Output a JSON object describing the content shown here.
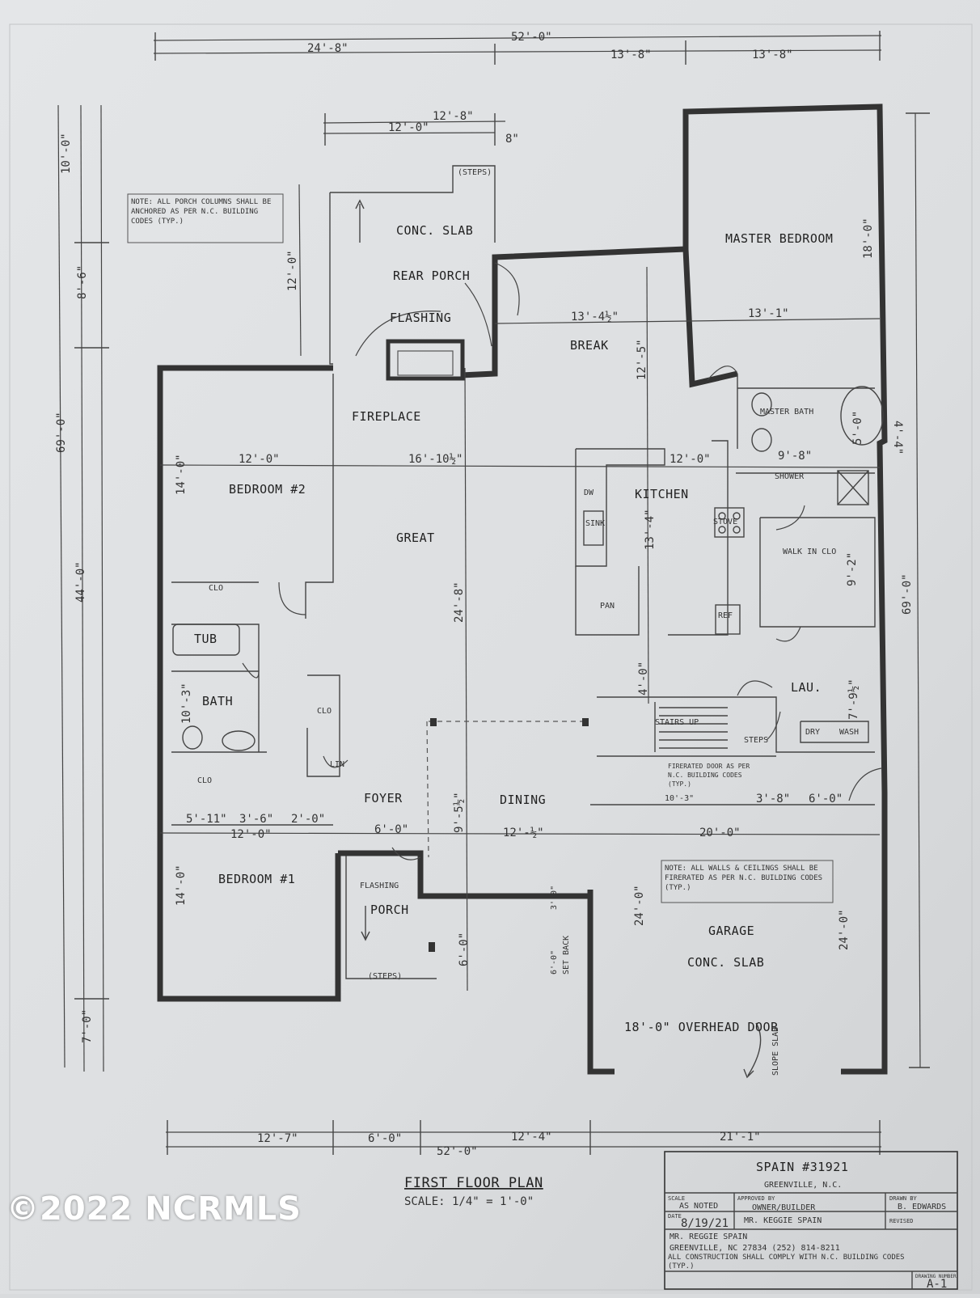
{
  "dimensions": {
    "overall_top": "52'-0\"",
    "top_seg1": "24'-8\"",
    "top_seg2": "13'-8\"",
    "top_seg3": "13'-8\"",
    "porch_w1": "12'-8\"",
    "porch_w2": "12'-0\"",
    "porch_off": "8\"",
    "left_overall": "69'-0\"",
    "left_seg_10": "10'-0\"",
    "left_seg_8": "8'-6\"",
    "left_seg_44": "44'-0\"",
    "left_seg_7": "7'-0\"",
    "porch_depth": "12'-0\"",
    "right_overall": "69'-0\"",
    "right_18": "18'-0\"",
    "right_44": "4'-4\"",
    "bottom_seg1": "12'-7\"",
    "bottom_seg2": "6'-0\"",
    "bottom_seg3": "12'-4\"",
    "bottom_seg4": "21'-1\"",
    "bottom_overall": "52'-0\"",
    "break_w": "13'-4½\"",
    "master_w": "13'-1\"",
    "break_d": "12'-5\"",
    "bed2_w": "12'-0\"",
    "great_w": "16'-10½\"",
    "kitchen_w": "12'-0\"",
    "bed2_d": "14'-0\"",
    "great_d": "24'-8\"",
    "kitchen_d": "13'-4\"",
    "mbath_w": "9'-8\"",
    "wic_d": "9'-2\"",
    "mbath_5": "5'-0\"",
    "bath_d": "10'-3\"",
    "hall_d": "4'-0\"",
    "dining_d": "9'-5½\"",
    "lau_d": "7'-9½\"",
    "stair_w": "10'-3\"",
    "row1": "5'-11\"",
    "row2": "3'-6\"",
    "row3": "2'-0\"",
    "bed1_w": "12'-0\"",
    "foyer_w": "6'-0\"",
    "dining_w": "12'-½\"",
    "garage_w": "20'-0\"",
    "gar_38": "3'-8\"",
    "gar_6": "6'-0\"",
    "bed1_d": "14'-0\"",
    "garage_d": "24'-0\"",
    "garage_d2": "24'-0\"",
    "porch_6": "6'-0\"",
    "setback_3": "3'-0\"",
    "setback_6": "6'-0\"",
    "setback_lbl": "SET BACK"
  },
  "rooms": {
    "rear_porch": "REAR PORCH",
    "conc_slab": "CONC. SLAB",
    "master": "MASTER BEDROOM",
    "break": "BREAK",
    "fireplace": "FIREPLACE",
    "flashing": "FLASHING",
    "bedroom2": "BEDROOM #2",
    "great": "GREAT",
    "kitchen": "KITCHEN",
    "master_bath": "MASTER BATH",
    "shower": "SHOWER",
    "walk_in": "WALK IN CLO",
    "tub": "TUB",
    "bath": "BATH",
    "clo": "CLO",
    "lin": "LIN",
    "pan": "PAN",
    "ref": "REF",
    "dw": "DW",
    "sink": "SINK",
    "stove": "STOVE",
    "lau": "LAU.",
    "dry": "DRY",
    "wash": "WASH",
    "stairs_up": "STAIRS UP",
    "steps": "STEPS",
    "foyer": "FOYER",
    "dining": "DINING",
    "bedroom1": "BEDROOM #1",
    "porch": "PORCH",
    "steps_porch": "(STEPS)",
    "steps_rear": "(STEPS)",
    "garage": "GARAGE",
    "garage_slab": "CONC. SLAB",
    "overhead_door": "18'-0\" OVERHEAD DOOR",
    "slope_slab": "SLOPE SLAB"
  },
  "notes": {
    "porch_columns": "NOTE: ALL PORCH COLUMNS SHALL BE ANCHORED AS PER N.C. BUILDING CODES (TYP.)",
    "fire_door": "FIRERATED DOOR AS PER N.C. BUILDING CODES (TYP.)",
    "garage_walls": "NOTE: ALL WALLS & CEILINGS SHALL BE FIRERATED AS PER N.C. BUILDING CODES (TYP.)"
  },
  "title": {
    "plan_title": "FIRST FLOOR PLAN",
    "scale": "SCALE: 1/4\" = 1'-0\""
  },
  "title_block": {
    "project": "SPAIN #31921",
    "location": "GREENVILLE, N.C.",
    "scale_label": "SCALE",
    "scale_value": "AS NOTED",
    "date_label": "DATE",
    "date": "8/19/21",
    "approved_label": "APPROVED BY",
    "approved_value": "OWNER/BUILDER",
    "approved_name": "MR. KEGGIE SPAIN",
    "drawn_label": "DRAWN BY",
    "drawn_value": "B. EDWARDS",
    "revised_label": "REVISED",
    "owner_line1": "MR. REGGIE SPAIN",
    "owner_line2": "GREENVILLE, NC 27834 (252) 814-8211",
    "compliance": "ALL CONSTRUCTION SHALL COMPLY WITH N.C. BUILDING CODES (TYP.)",
    "drawing_number_label": "DRAWING NUMBER",
    "drawing_number": "A-1"
  },
  "watermark": "©2022 NCRMLS"
}
